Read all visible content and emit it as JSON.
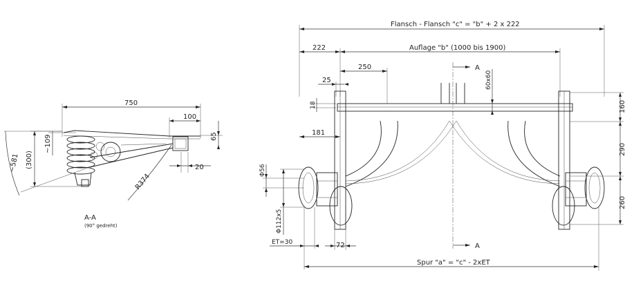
{
  "side_view": {
    "dim_750": "750",
    "dim_100": "100",
    "dim_65": "65",
    "dim_109": "~109",
    "dim_300": "(300)",
    "dim_581": "~581",
    "dim_r374": "R374",
    "dim_20": "20",
    "section_label": "A-A",
    "section_note": "(90° gedreht)"
  },
  "front_view": {
    "dim_flange": "Flansch - Flansch \"c\" = \"b\" + 2 x 222",
    "dim_222": "222",
    "dim_auflage": "Auflage \"b\"  (1000 bis 1900)",
    "dim_250": "250",
    "dim_25": "25",
    "dim_18": "18",
    "dim_181": "181",
    "dim_60x60": "60x60",
    "section_mark_top": "A",
    "section_mark_bottom": "A",
    "dim_160": "160",
    "dim_290": "290",
    "dim_260": "260",
    "dim_d56": "Φ56",
    "dim_d112": "Φ112x5",
    "dim_et": "ET=30",
    "dim_72": "72",
    "dim_spur": "Spur \"a\" = \"c\" - 2xET"
  }
}
